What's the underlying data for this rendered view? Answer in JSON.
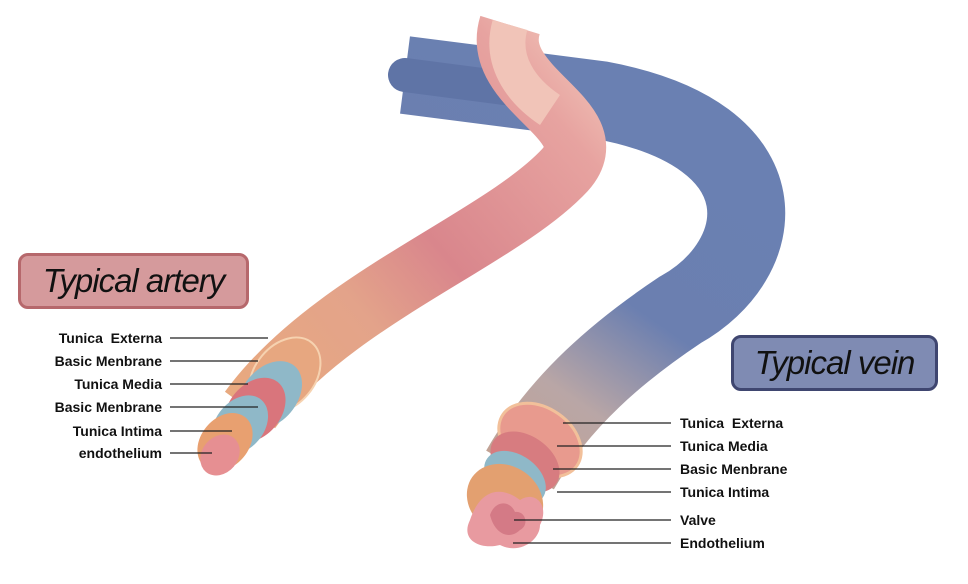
{
  "artery": {
    "title": "Typical artery",
    "labels": [
      "Tunica  Externa",
      "Basic Menbrane",
      "Tunica Media",
      "Basic Menbrane",
      "Tunica Intima",
      "endothelium"
    ],
    "color": "#d98d8f"
  },
  "vein": {
    "title": "Typical vein",
    "labels": [
      "Tunica  Externa",
      "Tunica Media",
      "Basic Menbrane",
      "Tunica Intima",
      "Valve",
      "Endothelium"
    ],
    "color": "#5f74a6"
  }
}
